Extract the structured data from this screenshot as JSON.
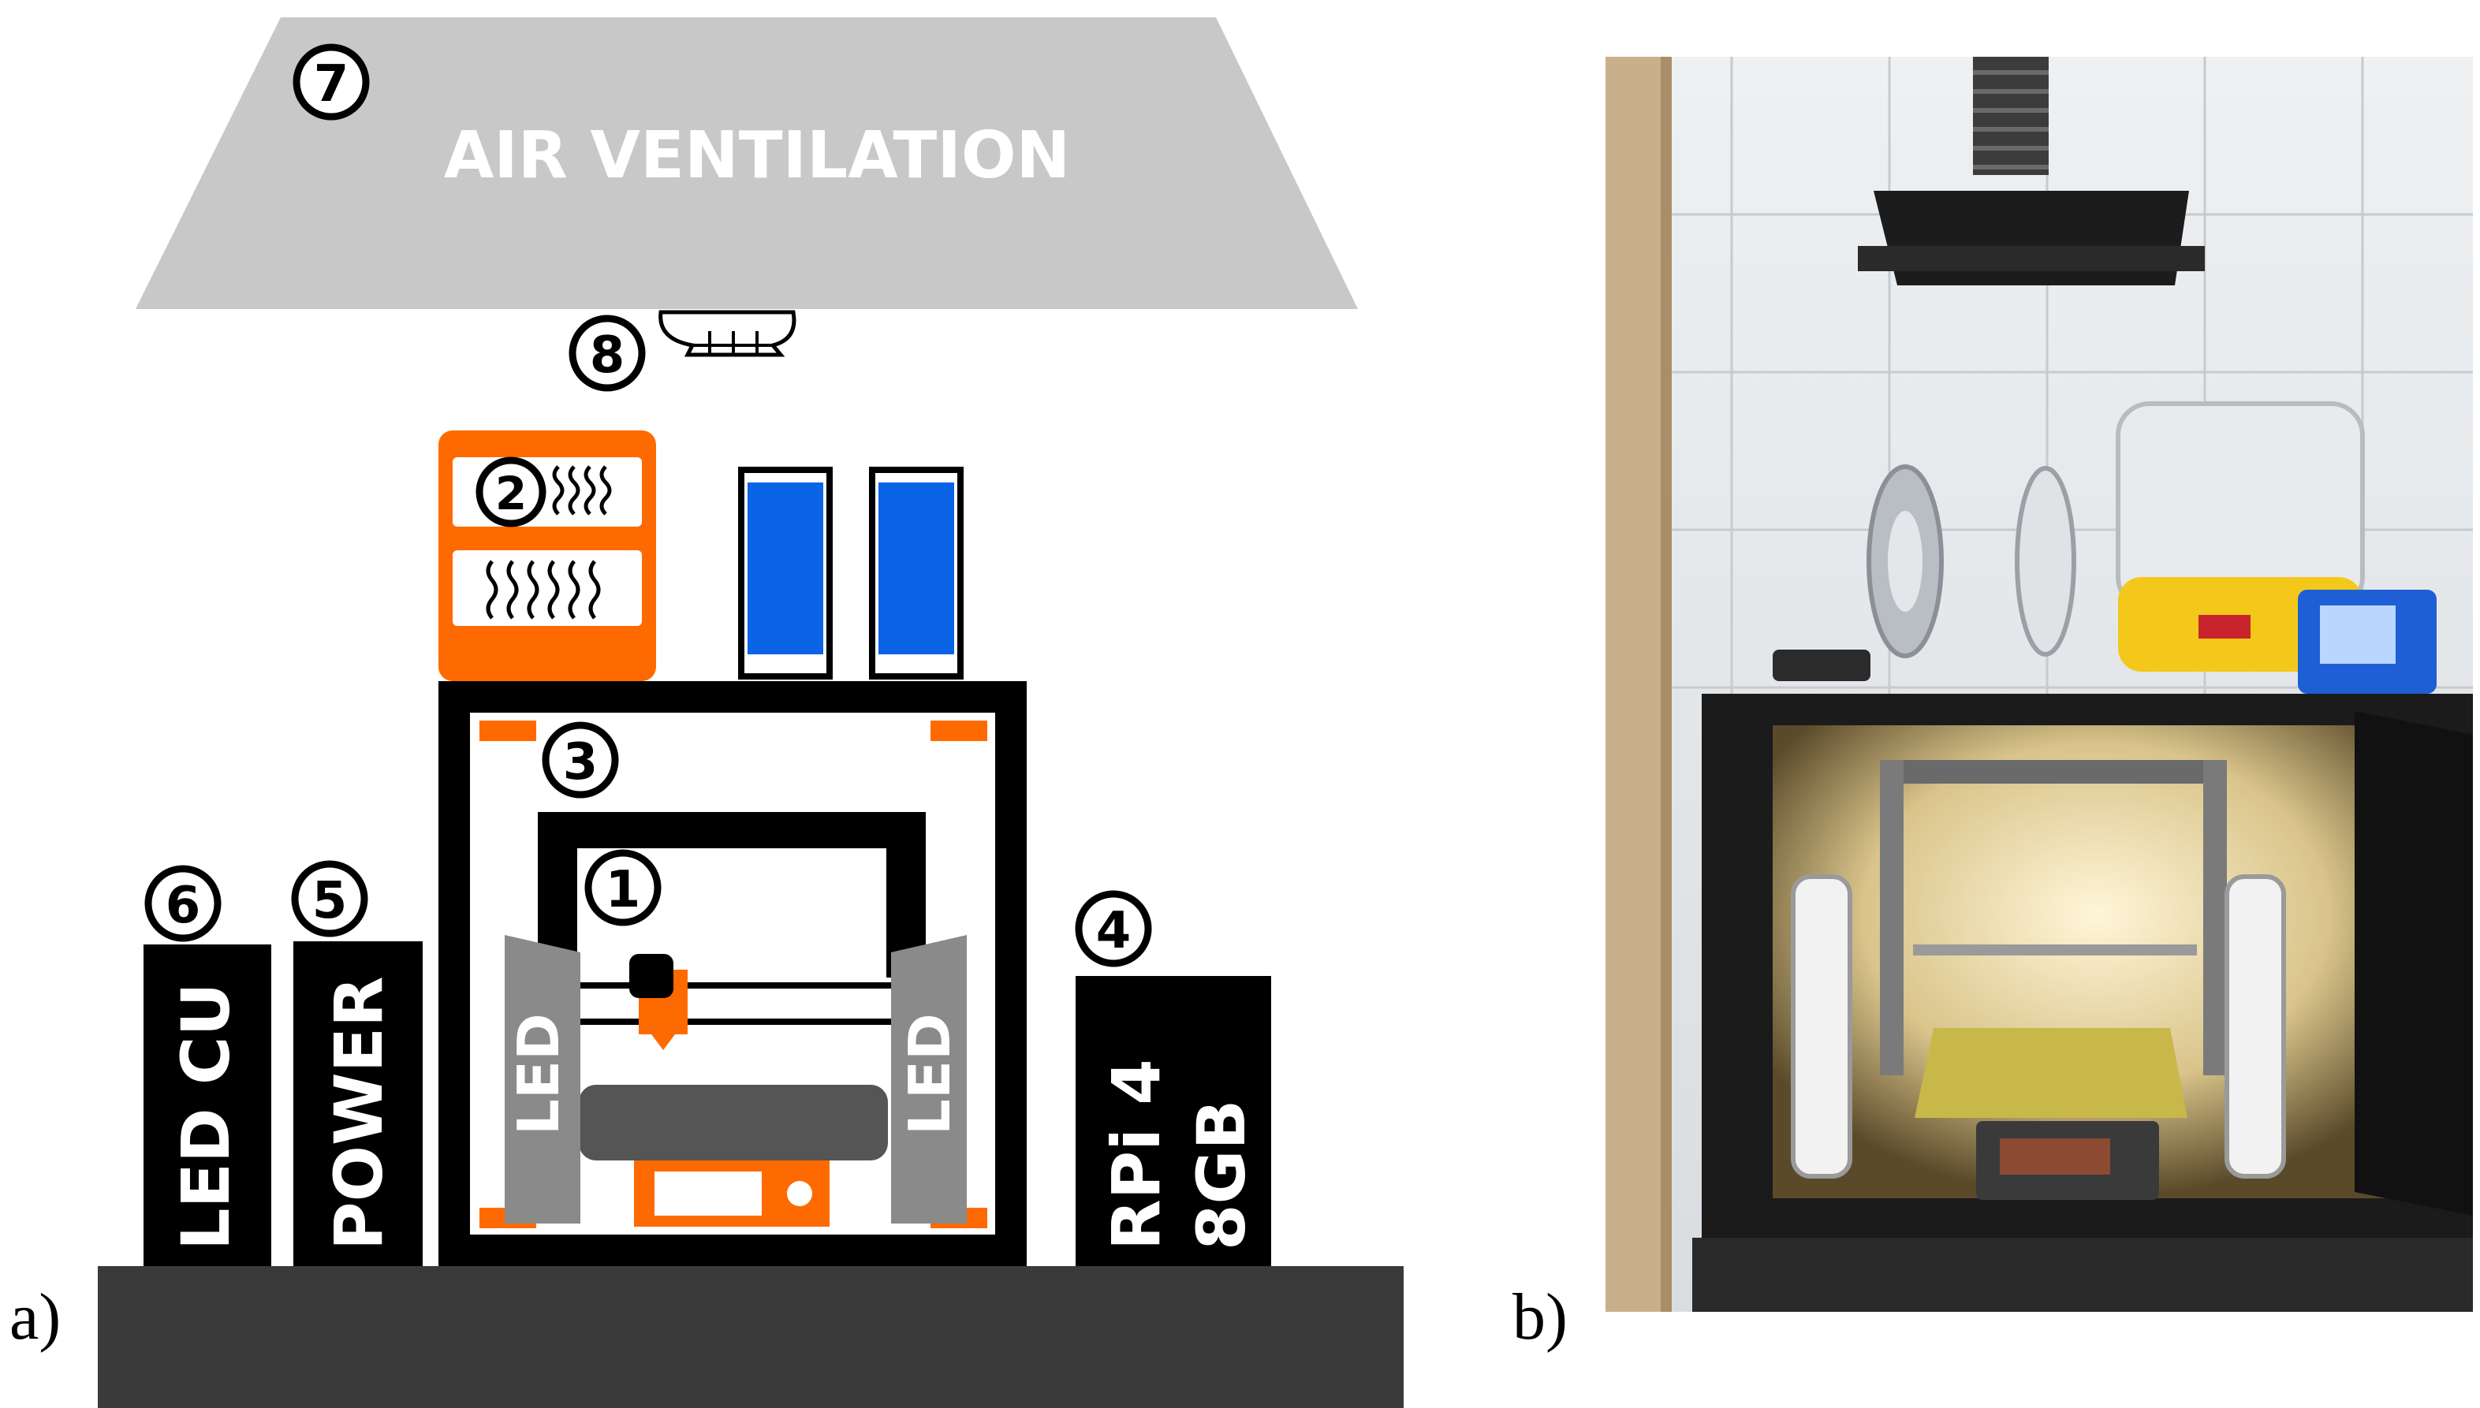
{
  "panels": {
    "a": "a)",
    "b": "b)"
  },
  "diagram": {
    "hood_label": "AIR VENTILATION",
    "markers": [
      "1",
      "2",
      "3",
      "4",
      "5",
      "6",
      "7",
      "8"
    ],
    "boxes": {
      "led_cu": "LED CU",
      "power": "POWER",
      "rpi_line1": "RPi 4",
      "rpi_line2": "8GB",
      "led_left": "LED",
      "led_right": "LED"
    },
    "colors": {
      "accent": "#ff6a00",
      "spool": "#0b63e6",
      "hood": "#c8c8c8",
      "base": "#3a3a3a",
      "led_panel": "#8a8a8a"
    }
  },
  "photo": {
    "alt": "Photo of 3D printer inside enclosure with ventilation hood, filament spools and dryer"
  }
}
